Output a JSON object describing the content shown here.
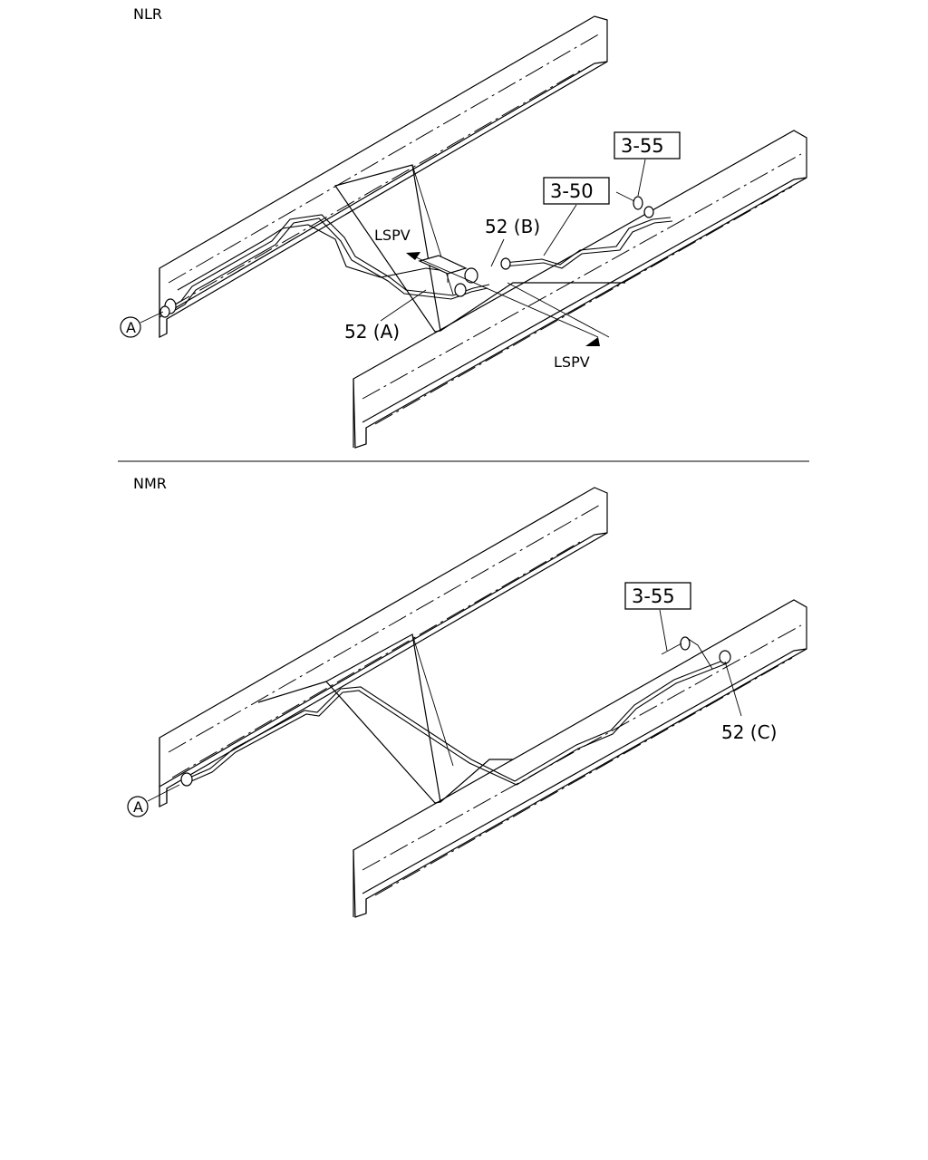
{
  "sections": {
    "top": {
      "title": "NLR",
      "refs": {
        "ref_a": "3-55",
        "ref_b": "3-50"
      },
      "callouts": {
        "c52a": "52 (A)",
        "c52b": "52 (B)",
        "lspv_upper": "LSPV",
        "lspv_lower": "LSPV",
        "circle_a": "A"
      }
    },
    "bottom": {
      "title": "NMR",
      "refs": {
        "ref_a": "3-55"
      },
      "callouts": {
        "c52c": "52 (C)",
        "circle_a": "A"
      }
    }
  }
}
